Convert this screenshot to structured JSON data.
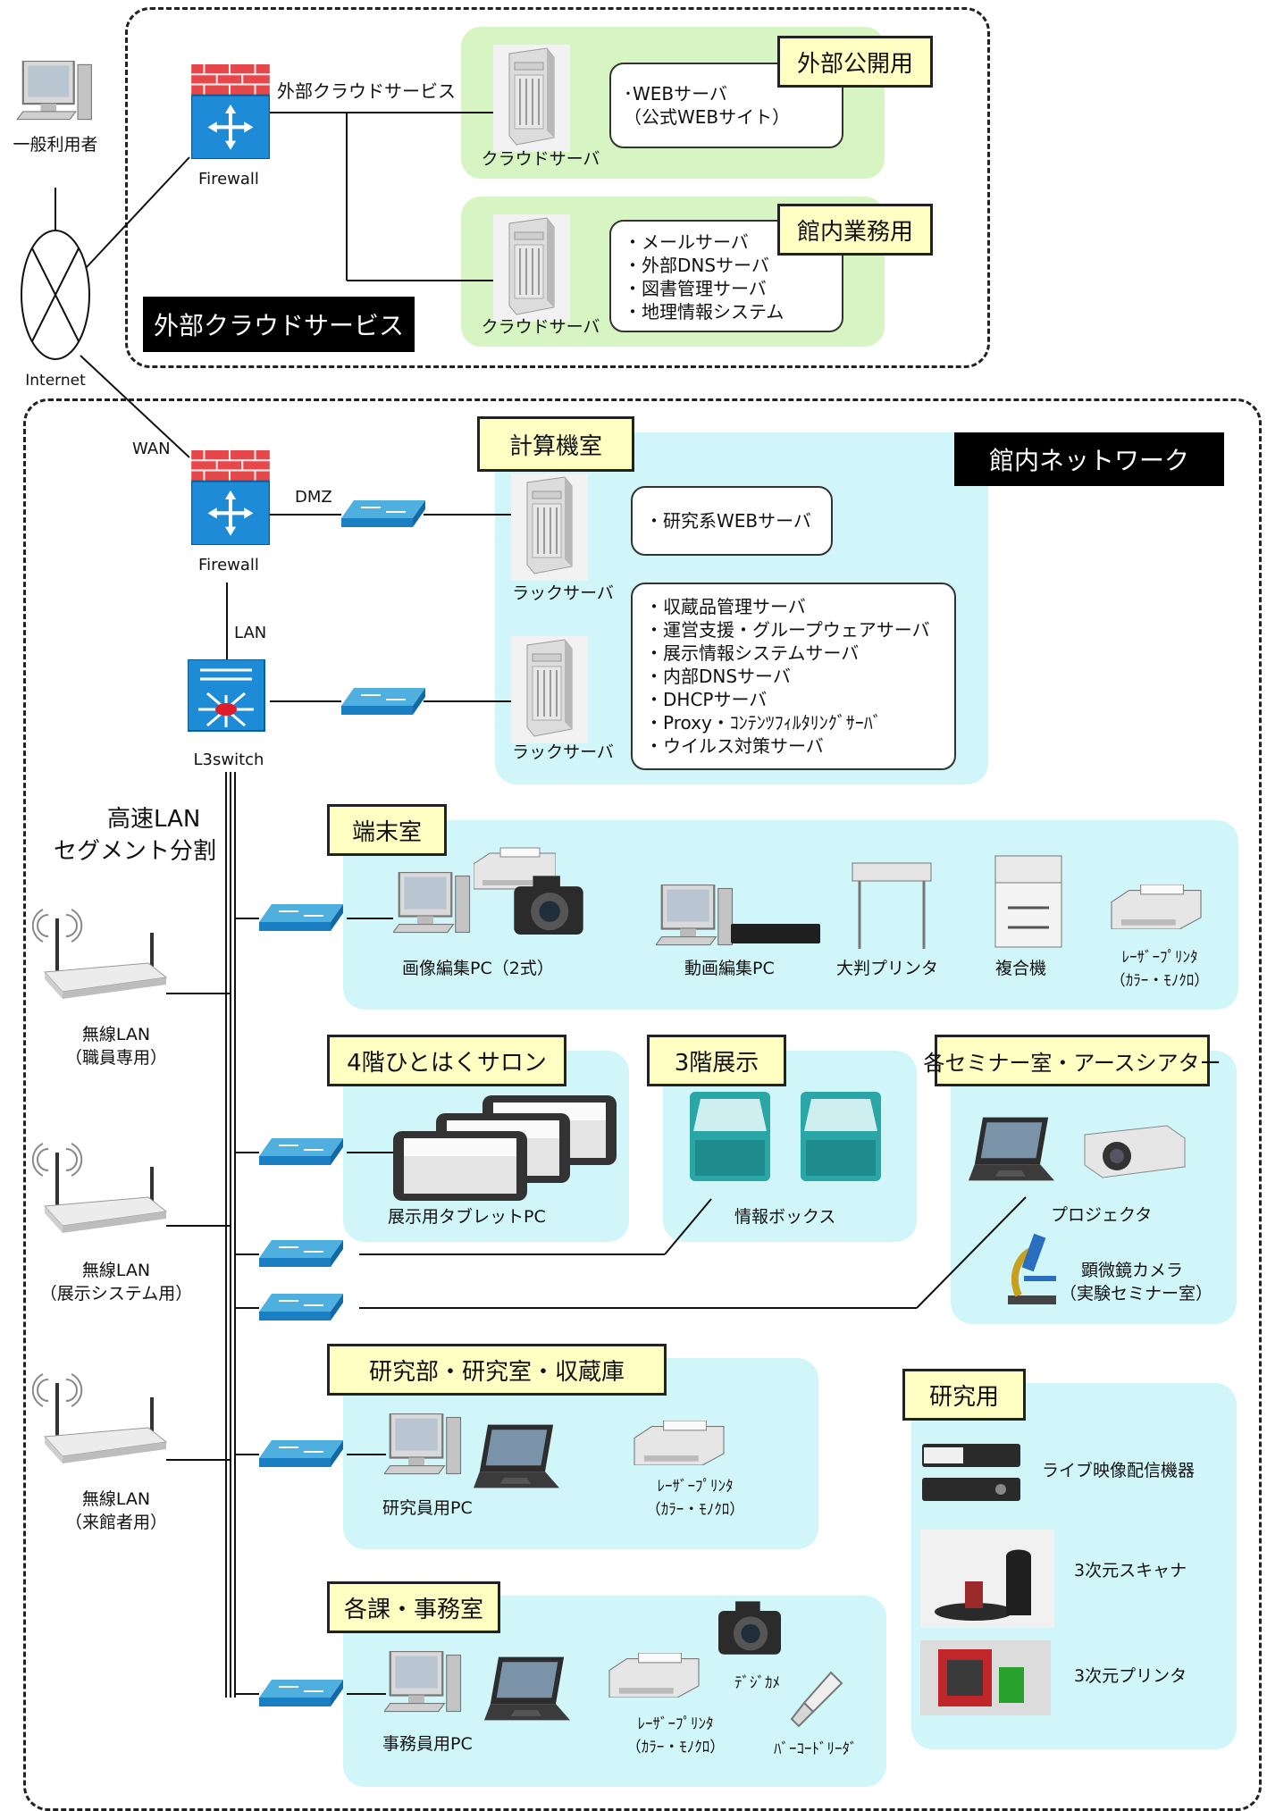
{
  "top": {
    "general_user": "一般利用者",
    "internet": "Internet",
    "cloud_line": "外部クラウドサービス",
    "firewall": "Firewall",
    "cloud_title": "外部クラウドサービス",
    "public_tag": "外部公開用",
    "public_items": [
      "･WEBサーバ",
      "（公式WEBサイト）"
    ],
    "cloud_server": "クラウドサーバ",
    "internal_tag": "館内業務用",
    "internal_items": [
      "・メールサーバ",
      "・外部DNSサーバ",
      "・図書管理サーバ",
      "・地理情報システム"
    ]
  },
  "network": {
    "title": "館内ネットワーク",
    "wan": "WAN",
    "firewall": "Firewall",
    "dmz": "DMZ",
    "lan": "LAN",
    "l3": "L3switch",
    "segment": [
      "高速LAN",
      "セグメント分割"
    ],
    "machine_room": "計算機室",
    "rack_server": "ラックサーバ",
    "rack1_items": [
      "・研究系WEBサーバ"
    ],
    "rack2_items": [
      "・収蔵品管理サーバ",
      "・運営支援・グループウェアサーバ",
      "・展示情報システムサーバ",
      "・内部DNSサーバ",
      "・DHCPサーバ",
      "・Proxy・ｺﾝﾃﾝﾂﾌｨﾙﾀﾘﾝｸﾞｻｰﾊﾞ",
      "・ウイルス対策サーバ"
    ]
  },
  "wireless": [
    {
      "name": "無線LAN",
      "sub": "（職員専用）"
    },
    {
      "name": "無線LAN",
      "sub": "（展示システム用）"
    },
    {
      "name": "無線LAN",
      "sub": "（来館者用）"
    }
  ],
  "terminal": {
    "title": "端末室",
    "image_pc": "画像編集PC（2式）",
    "video_pc": "動画編集PC",
    "large_printer": "大判プリンタ",
    "mfp": "複合機",
    "laser": [
      "ﾚｰｻﾞｰﾌﾟﾘﾝﾀ",
      "（ｶﾗｰ・ﾓﾉｸﾛ）"
    ]
  },
  "salon": {
    "title": "4階ひとはくサロン",
    "tablet": "展示用タブレットPC"
  },
  "expo3": {
    "title": "3階展示",
    "infobox": "情報ボックス"
  },
  "seminar": {
    "title": "各セミナー室・アースシアター",
    "projector": "プロジェクタ",
    "microscope": [
      "顕微鏡カメラ",
      "（実験セミナー室）"
    ]
  },
  "research": {
    "title": "研究部・研究室・収蔵庫",
    "pc": "研究員用PC",
    "laser": [
      "ﾚｰｻﾞｰﾌﾟﾘﾝﾀ",
      "（ｶﾗｰ・ﾓﾉｸﾛ）"
    ]
  },
  "office": {
    "title": "各課・事務室",
    "pc": "事務員用PC",
    "laser": [
      "ﾚｰｻﾞｰﾌﾟﾘﾝﾀ",
      "（ｶﾗｰ・ﾓﾉｸﾛ）"
    ],
    "camera": "ﾃﾞｼﾞｶﾒ",
    "barcode": "ﾊﾞｰｺｰﾄﾞﾘｰﾀﾞ"
  },
  "study": {
    "title": "研究用",
    "live": "ライブ映像配信機器",
    "scanner": "3次元スキャナ",
    "printer3d": "3次元プリンタ"
  }
}
